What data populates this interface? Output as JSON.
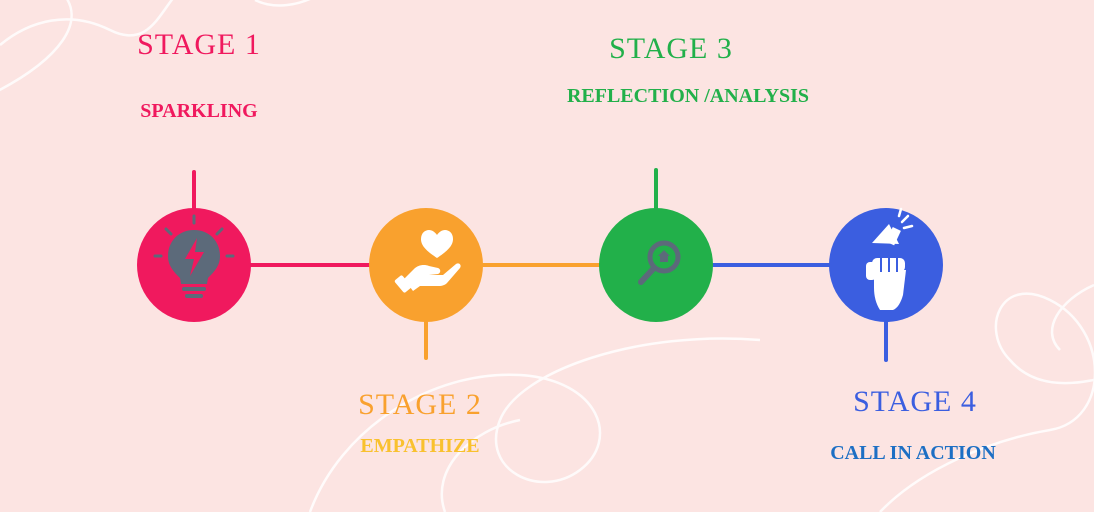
{
  "colors": {
    "background": "#fce4e2",
    "stage1": "#f0195e",
    "stage2": "#f9a12e",
    "stage3": "#22b04a",
    "stage4": "#3b5ee0",
    "stage4_sub": "#1d6fc4",
    "icon_dark": "#5c6a7a"
  },
  "stages": [
    {
      "title": "STAGE  1",
      "subtitle": "SPARKLING",
      "icon": "lightbulb-icon"
    },
    {
      "title": "STAGE 2",
      "subtitle": "EMPATHIZE",
      "icon": "heart-hand-icon"
    },
    {
      "title": "STAGE  3",
      "subtitle": "REFLECTION /ANALYSIS",
      "icon": "magnifier-icon"
    },
    {
      "title": "STAGE  4",
      "subtitle": "CALL IN ACTION",
      "icon": "megaphone-fist-icon"
    }
  ]
}
